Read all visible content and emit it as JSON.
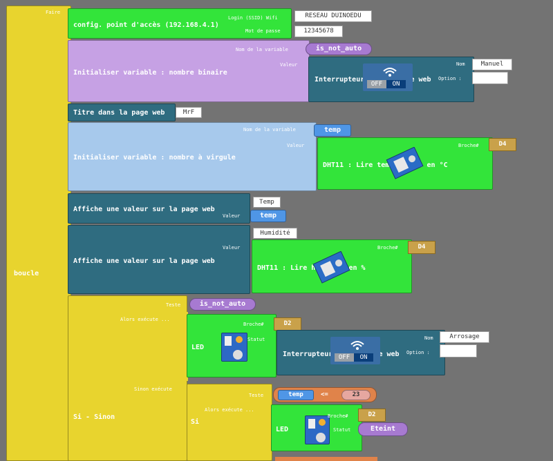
{
  "labels": {
    "faire": "Faire",
    "boucle": "boucle",
    "config_block": "config. point d'accès (192.168.4.1)",
    "login_label": "Login (SSID) Wifi",
    "login_value": "RESEAU DUINOEDU",
    "password_label": "Mot de passe",
    "password_value": "12345678",
    "init_bool": "Initialiser variable : nombre binaire",
    "var_name_label": "Nom de la variable",
    "var_name_1": "is_not_auto",
    "valeur": "Valeur",
    "interrupteur": "Interrupteur sur la page web",
    "nom": "Nom",
    "nom_value_1": "Manuel",
    "option": "Option :",
    "off": "OFF",
    "on": "ON",
    "titre_page": "Titre dans la page web",
    "titre_value": "MrF",
    "init_float": "Initialiser variable : nombre à virgule",
    "var_name_2": "temp",
    "broche": "Broche#",
    "pin_d4": "D4",
    "dht_temp": "DHT11 : Lire température en °C",
    "affiche": "Affiche une valeur sur la page web",
    "temp_text": "Temp",
    "temp_var": "temp",
    "humidite_text": "Humidité",
    "dht_hum": "DHT11 : Lire humidité en %",
    "si_sinon": "Si - Sinon",
    "teste": "Teste",
    "alors": "Alors exécute ...",
    "sinon": "Sinon exécute",
    "led": "LED",
    "pin_d2": "D2",
    "statut": "Statut",
    "nom_value_2": "Arrosage",
    "si": "Si",
    "cmp_var": "temp",
    "cmp_op": "<=",
    "cmp_val": "23",
    "eteint": "Eteint"
  },
  "colors": {
    "background": "#737373",
    "loop_yellow": "#e8d42e",
    "block_green": "#33e43a",
    "block_purple": "#c6a1e4",
    "block_teal": "#2f6c80",
    "block_lightblue": "#a7c9ec",
    "var_blue": "#4f96e6",
    "var_purple": "#a77ad1",
    "cmp_orange": "#e0834a",
    "pin_gold": "#c9a14a"
  },
  "icons": [
    "wifi-switch-icon",
    "dht11-sensor-icon",
    "led-module-icon"
  ]
}
